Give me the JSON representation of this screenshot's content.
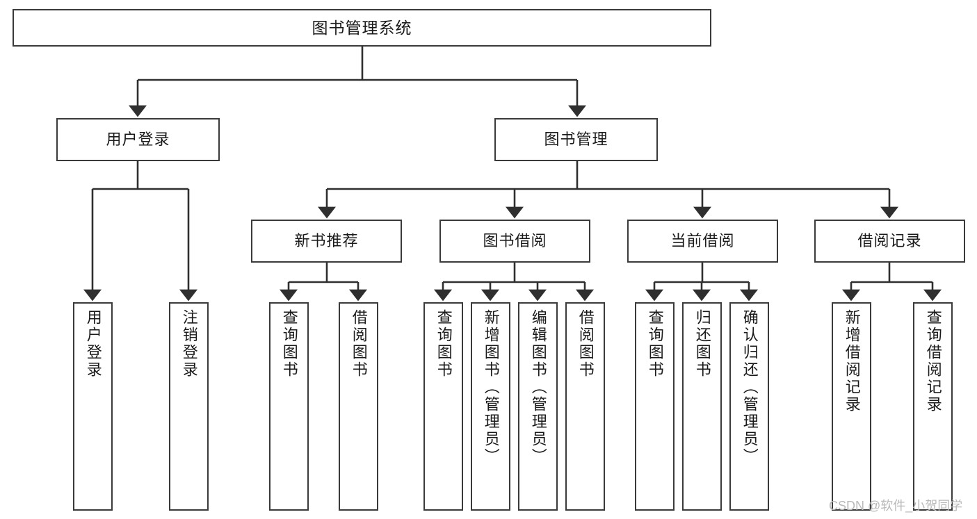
{
  "diagram": {
    "title": "图书管理系统",
    "type": "hierarchy-tree",
    "orientation": "top-down",
    "colors": {
      "box_border": "#3a3a3a",
      "box_fill": "#ffffff",
      "edge": "#2f2f2f",
      "text": "#1a1a1a",
      "watermark": "#b9b9b9",
      "background": "#ffffff"
    }
  },
  "watermark": {
    "text": "CSDN @软件_小贺同学"
  },
  "nodes": {
    "root": {
      "label": "图书管理系统"
    },
    "level1": [
      {
        "id": "user-login",
        "label": "用户登录"
      },
      {
        "id": "book-manage",
        "label": "图书管理"
      }
    ],
    "level2": [
      {
        "id": "new-book-recommend",
        "label": "新书推荐"
      },
      {
        "id": "book-borrow",
        "label": "图书借阅"
      },
      {
        "id": "current-borrow",
        "label": "当前借阅"
      },
      {
        "id": "borrow-record",
        "label": "借阅记录"
      }
    ],
    "leaves": {
      "user_login": [
        {
          "id": "login",
          "label": "用户登录"
        },
        {
          "id": "logout",
          "label": "注销登录"
        }
      ],
      "new_book_recommend": [
        {
          "id": "query-book-1",
          "label": "查询图书"
        },
        {
          "id": "borrow-book-1",
          "label": "借阅图书"
        }
      ],
      "book_borrow": [
        {
          "id": "query-book-2",
          "label": "查询图书"
        },
        {
          "id": "add-book",
          "label": "新增图书（管理员）"
        },
        {
          "id": "edit-book",
          "label": "编辑图书（管理员）"
        },
        {
          "id": "borrow-book-2",
          "label": "借阅图书"
        }
      ],
      "current_borrow": [
        {
          "id": "query-book-3",
          "label": "查询图书"
        },
        {
          "id": "return-book",
          "label": "归还图书"
        },
        {
          "id": "confirm-return",
          "label": "确认归还（管理员）"
        }
      ],
      "borrow_record": [
        {
          "id": "add-borrow-record",
          "label": "新增借阅记录"
        },
        {
          "id": "query-borrow-record",
          "label": "查询借阅记录"
        }
      ]
    }
  }
}
